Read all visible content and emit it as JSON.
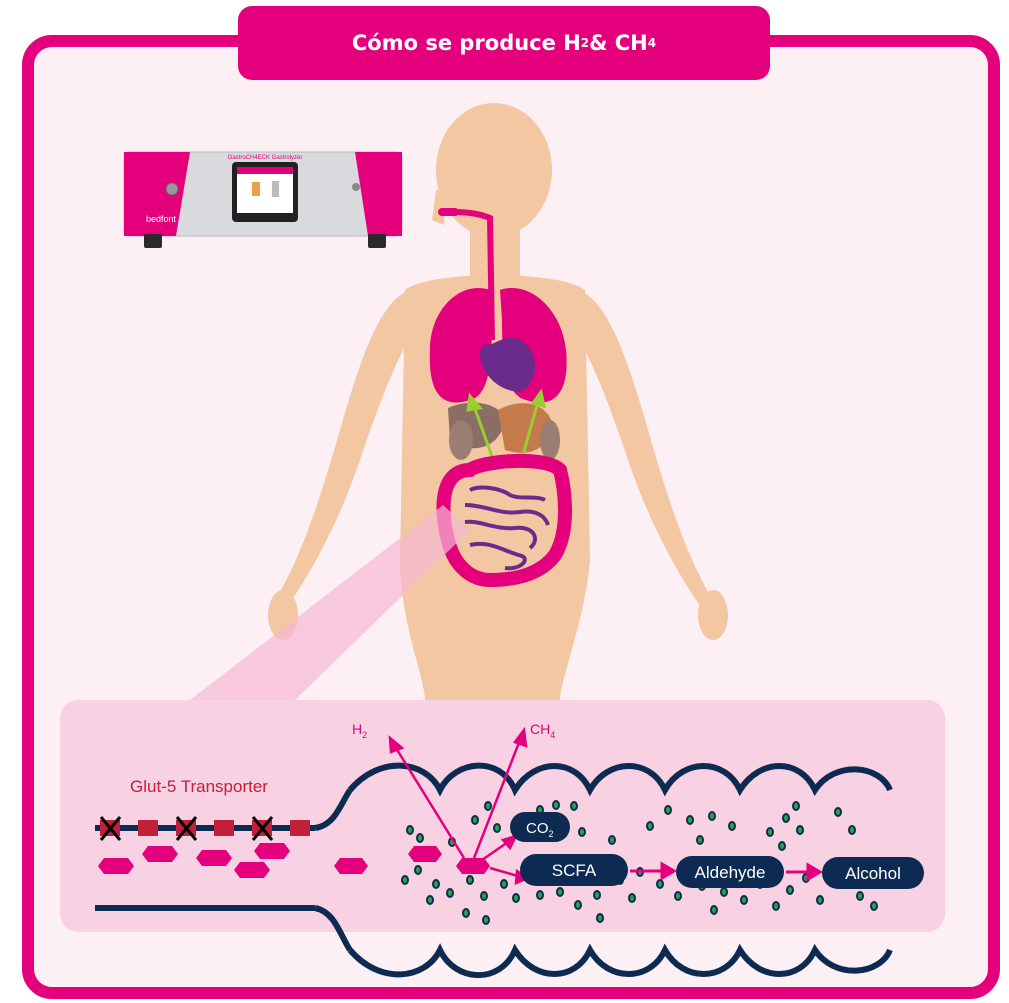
{
  "title": {
    "prefix": "Cómo se produce H",
    "sub1": "2",
    "mid": " & CH",
    "sub2": "4"
  },
  "device": {
    "brand": "bedfont",
    "screen_title": "GastroCH4ECK Gastrolyzer"
  },
  "gases": {
    "h2": "H",
    "h2_sub": "2",
    "ch4": "CH",
    "ch4_sub": "4",
    "co2": "CO",
    "co2_sub": "2"
  },
  "transporter_label": "Glut-5 Transporter",
  "pathway": {
    "scfa": "SCFA",
    "aldehyde": "Aldehyde",
    "alcohol": "Alcohol"
  },
  "colors": {
    "magenta": "#e4007c",
    "navy": "#0d2b52",
    "skin": "#f3c7a1",
    "panel": "#f8d2e2",
    "dot_green": "#22a84a",
    "transporter_red": "#c21f3a"
  }
}
